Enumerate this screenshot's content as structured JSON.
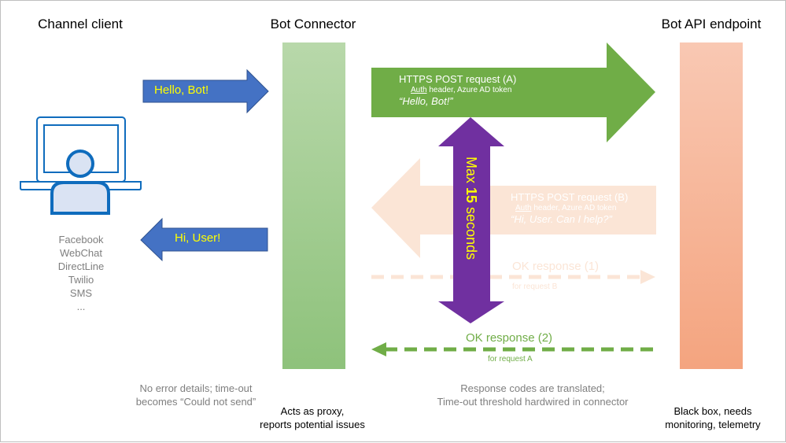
{
  "columns": {
    "channel_client": "Channel client",
    "bot_connector": "Bot Connector",
    "bot_api": "Bot API endpoint"
  },
  "channels": [
    "Facebook",
    "WebChat",
    "DirectLine",
    "Twilio",
    "SMS",
    "..."
  ],
  "messages": {
    "hello_bot": "Hello, Bot!",
    "hi_user": "Hi, User!"
  },
  "request_a": {
    "title": "HTTPS POST request (A)",
    "auth": "Auth",
    "header": " header, Azure AD token",
    "body": "“Hello, Bot!”"
  },
  "request_b": {
    "title": "HTTPS POST request (B)",
    "auth": "Auth",
    "header": " header, Azure AD token",
    "body": "“Hi, User. Can I help?”"
  },
  "response_1": {
    "title": "OK response (1)",
    "sub": "for request B"
  },
  "response_2": {
    "title": "OK response (2)",
    "sub": "for request A"
  },
  "timeout": {
    "prefix": "Max ",
    "number": "15",
    "suffix": " seconds"
  },
  "captions": {
    "channel_line1": "No error details; time-out",
    "channel_line2": "becomes “Could not send”",
    "connector_line1": "Acts as proxy,",
    "connector_line2": "reports potential issues",
    "translation_line1": "Response codes are translated;",
    "translation_line2": "Time-out threshold hardwired in connector",
    "api_line1": "Black box, needs",
    "api_line2": "monitoring, telemetry"
  },
  "colors": {
    "blue": "#4472c4",
    "green": "#70ad47",
    "purple": "#7030a0",
    "peach": "#fbe5d6",
    "yellow": "#ffff00"
  }
}
